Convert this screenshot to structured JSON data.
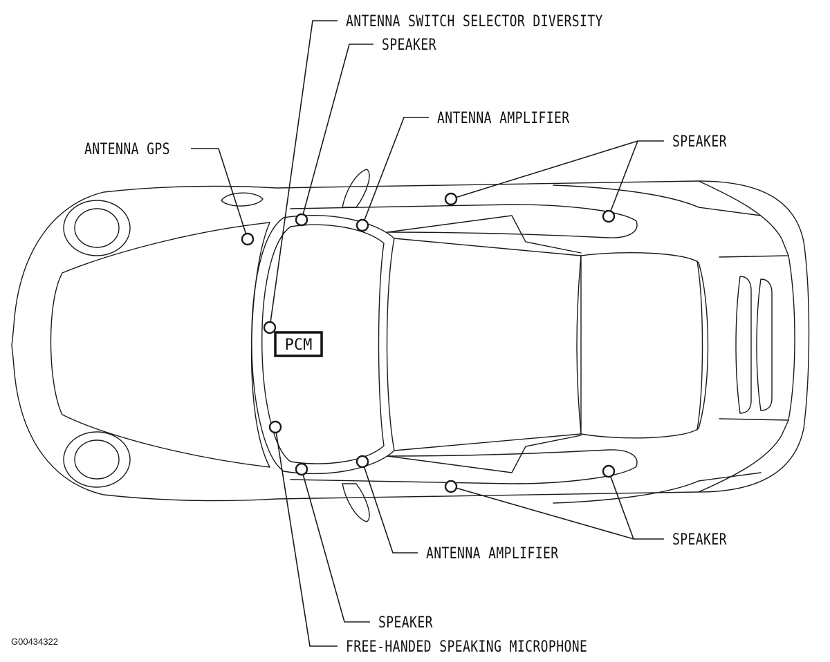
{
  "labels": {
    "antenna_switch_selector_diversity": "ANTENNA SWITCH SELECTOR DIVERSITY",
    "speaker_top_front": "SPEAKER",
    "antenna_amplifier_top": "ANTENNA AMPLIFIER",
    "speaker_top_rear": "SPEAKER",
    "antenna_gps": "ANTENNA GPS",
    "pcm": "PCM",
    "antenna_amplifier_bottom": "ANTENNA AMPLIFIER",
    "speaker_bottom_rear": "SPEAKER",
    "speaker_bottom_front": "SPEAKER",
    "free_handed_speaking_microphone": "FREE-HANDED SPEAKING MICROPHONE"
  },
  "figure_id": "G00434322"
}
